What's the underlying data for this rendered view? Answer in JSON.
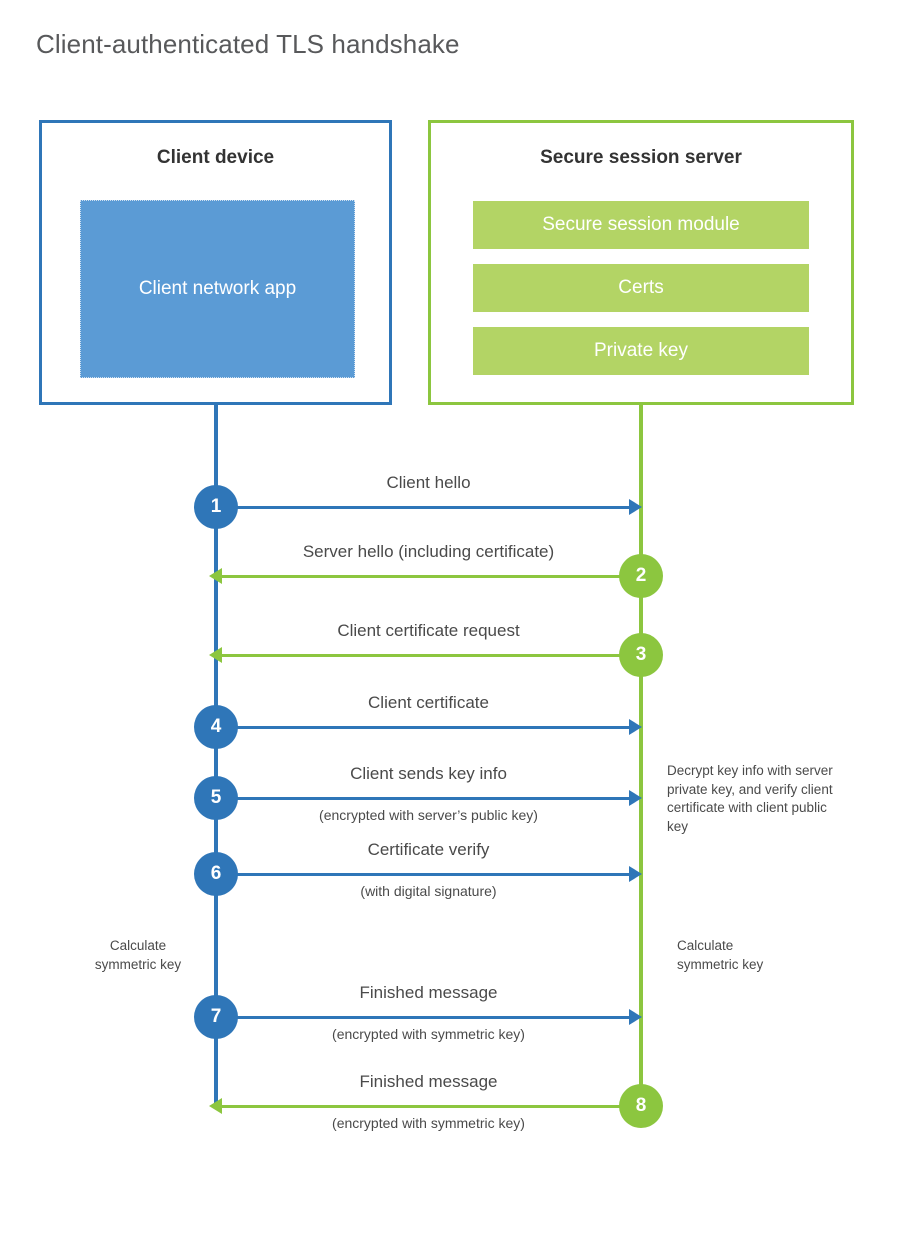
{
  "title": "Client-authenticated TLS handshake",
  "colors": {
    "client_blue": "#2f76b8",
    "client_app_fill": "#5b9bd5",
    "server_green": "#8cc63f",
    "server_module_fill": "#b3d465",
    "title_gray": "#58595b",
    "text_gray": "#4a4a4a"
  },
  "client": {
    "title": "Client device",
    "app_label": "Client network\napp"
  },
  "server": {
    "title": "Secure session server",
    "modules": [
      {
        "label": "Secure session module"
      },
      {
        "label": "Certs"
      },
      {
        "label": "Private key"
      }
    ]
  },
  "steps": [
    {
      "number": "1",
      "label": "Client hello",
      "sublabel": "",
      "direction": "client-to-server",
      "color": "blue"
    },
    {
      "number": "2",
      "label": "Server hello (including certificate)",
      "sublabel": "",
      "direction": "server-to-client",
      "color": "green"
    },
    {
      "number": "3",
      "label": "Client certificate request",
      "sublabel": "",
      "direction": "server-to-client",
      "color": "green"
    },
    {
      "number": "4",
      "label": "Client certificate",
      "sublabel": "",
      "direction": "client-to-server",
      "color": "blue"
    },
    {
      "number": "5",
      "label": "Client sends key info",
      "sublabel": "(encrypted with server’s public key)",
      "direction": "client-to-server",
      "color": "blue"
    },
    {
      "number": "6",
      "label": "Certificate verify",
      "sublabel": "(with digital signature)",
      "direction": "client-to-server",
      "color": "blue"
    },
    {
      "number": "7",
      "label": "Finished message",
      "sublabel": "(encrypted with symmetric key)",
      "direction": "client-to-server",
      "color": "blue"
    },
    {
      "number": "8",
      "label": "Finished message",
      "sublabel": "(encrypted with symmetric key)",
      "direction": "server-to-client",
      "color": "green"
    }
  ],
  "notes": {
    "decrypt": "Decrypt key info with server private key, and verify client certificate with client public key",
    "calculate_symmetric_key_client": "Calculate\nsymmetric key",
    "calculate_symmetric_key_server": "Calculate\nsymmetric key"
  }
}
